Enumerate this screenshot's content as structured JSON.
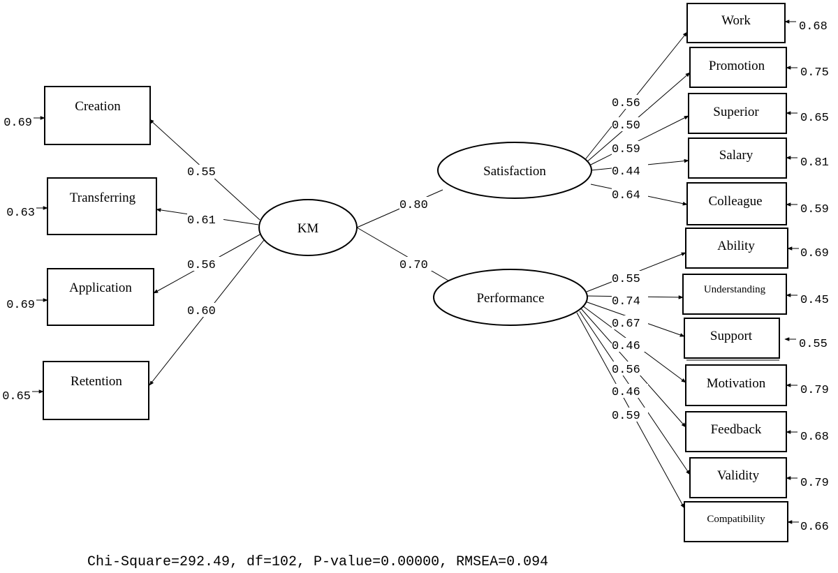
{
  "latent": {
    "km": "KM",
    "satisfaction": "Satisfaction",
    "performance": "Performance"
  },
  "km_indicators": [
    {
      "label": "Creation",
      "loading": "0.55",
      "error": "0.69"
    },
    {
      "label": "Transferring",
      "loading": "0.61",
      "error": "0.63"
    },
    {
      "label": "Application",
      "loading": "0.56",
      "error": "0.69"
    },
    {
      "label": "Retention",
      "loading": "0.60",
      "error": "0.65"
    }
  ],
  "structural": {
    "km_to_satisfaction": "0.80",
    "km_to_performance": "0.70"
  },
  "satisfaction_indicators": [
    {
      "label": "Work",
      "loading": "0.56",
      "error": "0.68"
    },
    {
      "label": "Promotion",
      "loading": "0.50",
      "error": "0.75"
    },
    {
      "label": "Superior",
      "loading": "0.59",
      "error": "0.65"
    },
    {
      "label": "Salary",
      "loading": "0.44",
      "error": "0.81"
    },
    {
      "label": "Colleague",
      "loading": "0.64",
      "error": "0.59"
    }
  ],
  "performance_indicators": [
    {
      "label": "Ability",
      "loading": "0.55",
      "error": "0.69"
    },
    {
      "label": "Understanding",
      "loading": "0.74",
      "error": "0.45"
    },
    {
      "label": "Support",
      "loading": "0.67",
      "error": "0.55"
    },
    {
      "label": "Motivation",
      "loading": "0.46",
      "error": "0.79"
    },
    {
      "label": "Feedback",
      "loading": "0.56",
      "error": "0.68"
    },
    {
      "label": "Validity",
      "loading": "0.46",
      "error": "0.79"
    },
    {
      "label": "Compatibility",
      "loading": "0.59",
      "error": "0.66"
    }
  ],
  "fit_statistics": "Chi-Square=292.49, df=102, P-value=0.00000, RMSEA=0.094"
}
